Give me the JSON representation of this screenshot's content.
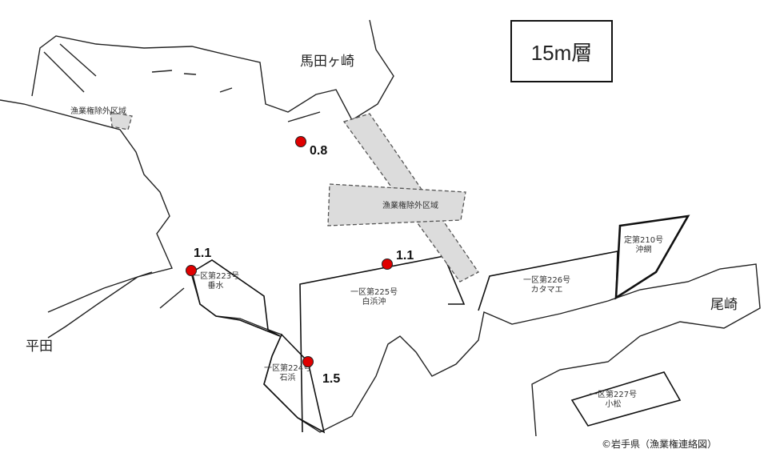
{
  "title": "15m層",
  "places": {
    "umadagasaki": "馬田ヶ崎",
    "ozaki": "尾崎",
    "hirata": "平田"
  },
  "exclusion_zones": [
    "漁業権除外区域",
    "漁業権除外区域"
  ],
  "fishery_areas": [
    {
      "id": "一区第223号",
      "name": "垂水"
    },
    {
      "id": "一区第224号",
      "name": "石浜"
    },
    {
      "id": "一区第225号",
      "name": "白浜沖"
    },
    {
      "id": "一区第226号",
      "name": "カタマエ"
    },
    {
      "id": "定第210号",
      "name": "沖網"
    },
    {
      "id": "一区第227号",
      "name": "小松"
    }
  ],
  "measurements": [
    "0.8",
    "1.1",
    "1.1",
    "1.5"
  ],
  "copyright": "©岩手県（漁業権連絡図）",
  "colors": {
    "point": "#e00000",
    "exclusion": "#dcdcdc"
  }
}
